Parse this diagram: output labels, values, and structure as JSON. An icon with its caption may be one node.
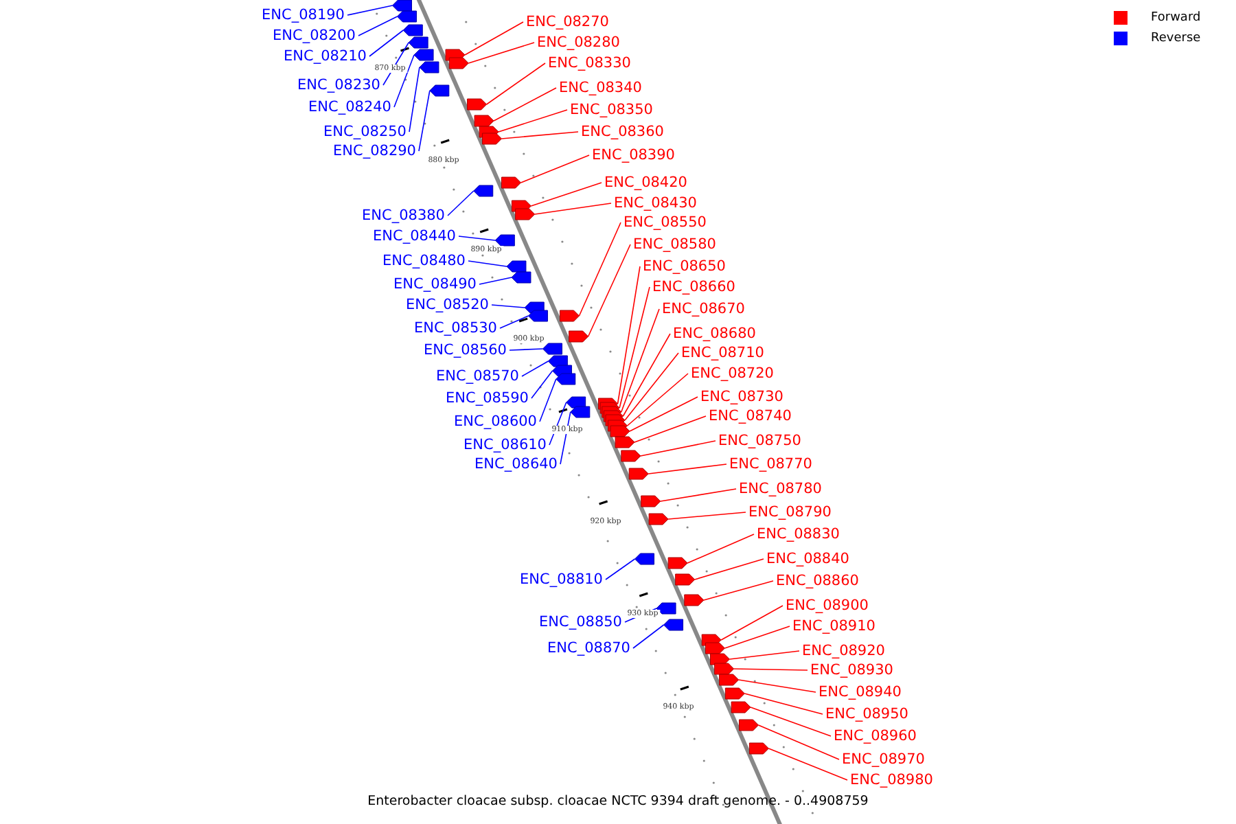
{
  "diagram": {
    "caption": "Enterobacter cloacae subsp. cloacae NCTC 9394 draft genome. - 0..4908759",
    "nodes": [
      {
        "text": [
          "ENC_08190"
        ]
      },
      {
        "text": [
          "ENC_08200"
        ]
      },
      {
        "text": [
          "ENC_08210"
        ]
      },
      {
        "text": [
          "ENC_08230"
        ]
      },
      {
        "text": [
          "ENC_08240"
        ]
      },
      {
        "text": [
          "ENC_08250"
        ]
      },
      {
        "text": [
          "ENC_08290"
        ]
      },
      {
        "text": [
          "ENC_08380"
        ]
      },
      {
        "text": [
          "ENC_08440"
        ]
      },
      {
        "text": [
          "ENC_08480"
        ]
      },
      {
        "text": [
          "ENC_08490"
        ]
      },
      {
        "text": [
          "ENC_08520"
        ]
      },
      {
        "text": [
          "ENC_08530"
        ]
      },
      {
        "text": [
          "ENC_08560"
        ]
      },
      {
        "text": [
          "ENC_08570"
        ]
      },
      {
        "text": [
          "ENC_08590"
        ]
      },
      {
        "text": [
          "ENC_08600"
        ]
      },
      {
        "text": [
          "ENC_08610"
        ]
      },
      {
        "text": [
          "ENC_08640"
        ]
      },
      {
        "text": [
          "ENC_08810"
        ]
      },
      {
        "text": [
          "ENC_08850"
        ]
      },
      {
        "text": [
          "ENC_08870"
        ]
      },
      {
        "text": [
          "ENC_08270"
        ]
      },
      {
        "text": [
          "ENC_08280"
        ]
      },
      {
        "text": [
          "ENC_08330"
        ]
      },
      {
        "text": [
          "ENC_08340"
        ]
      },
      {
        "text": [
          "ENC_08350"
        ]
      },
      {
        "text": [
          "ENC_08360"
        ]
      },
      {
        "text": [
          "ENC_08390"
        ]
      },
      {
        "text": [
          "ENC_08420"
        ]
      },
      {
        "text": [
          "ENC_08430"
        ]
      },
      {
        "text": [
          "ENC_08550"
        ]
      },
      {
        "text": [
          "ENC_08580"
        ]
      },
      {
        "text": [
          "ENC_08650"
        ]
      },
      {
        "text": [
          "ENC_08660"
        ]
      },
      {
        "text": [
          "ENC_08670"
        ]
      },
      {
        "text": [
          "ENC_08680"
        ]
      },
      {
        "text": [
          "ENC_08710"
        ]
      },
      {
        "text": [
          "ENC_08720"
        ]
      },
      {
        "text": [
          "ENC_08730"
        ]
      },
      {
        "text": [
          "ENC_08740"
        ]
      },
      {
        "text": [
          "ENC_08750"
        ]
      },
      {
        "text": [
          "ENC_08770"
        ]
      },
      {
        "text": [
          "ENC_08780"
        ]
      },
      {
        "text": [
          "ENC_08790"
        ]
      },
      {
        "text": [
          "ENC_08830"
        ]
      },
      {
        "text": [
          "ENC_08840"
        ]
      },
      {
        "text": [
          "ENC_08860"
        ]
      },
      {
        "text": [
          "ENC_08900"
        ]
      },
      {
        "text": [
          "ENC_08910"
        ]
      },
      {
        "text": [
          "ENC_08920"
        ]
      },
      {
        "text": [
          "ENC_08930"
        ]
      },
      {
        "text": [
          "ENC_08940"
        ]
      },
      {
        "text": [
          "ENC_08950"
        ]
      },
      {
        "text": [
          "ENC_08960"
        ]
      },
      {
        "text": [
          "ENC_08970"
        ]
      },
      {
        "text": [
          "ENC_08980"
        ]
      },
      {
        "text": [],
        "shape": "bar"
      },
      {
        "text": [],
        "shape": "bar"
      },
      {
        "text": [],
        "shape": "bar"
      },
      {
        "text": [],
        "shape": "bar"
      },
      {
        "text": [],
        "shape": "bar"
      },
      {
        "text": [],
        "shape": "bar"
      },
      {
        "text": [],
        "shape": "bar"
      },
      {
        "text": [],
        "shape": "bar"
      },
      {
        "text": [],
        "shape": "bar"
      },
      {
        "text": [],
        "shape": "bar"
      },
      {
        "text": [],
        "shape": "bar"
      },
      {
        "text": [],
        "shape": "bar"
      },
      {
        "text": [],
        "shape": "bar"
      },
      {
        "text": [],
        "shape": "bar"
      },
      {
        "text": [],
        "shape": "bar"
      },
      {
        "text": [],
        "shape": "bar"
      },
      {
        "text": [],
        "shape": "bar"
      },
      {
        "text": [],
        "shape": "bar"
      },
      {
        "text": [],
        "shape": "bar"
      },
      {
        "text": [],
        "shape": "bar"
      },
      {
        "text": [],
        "shape": "bar"
      },
      {
        "text": [],
        "shape": "bar"
      },
      {
        "text": [],
        "shape": "bar"
      },
      {
        "text": [],
        "shape": "bar"
      },
      {
        "text": [],
        "shape": "bar"
      },
      {
        "text": [],
        "shape": "bar"
      },
      {
        "text": [],
        "shape": "bar"
      },
      {
        "text": [],
        "shape": "bar"
      },
      {
        "text": [],
        "shape": "bar"
      },
      {
        "text": [],
        "shape": "bar"
      },
      {
        "text": [],
        "shape": "bar"
      },
      {
        "text": [],
        "shape": "bar"
      },
      {
        "text": [],
        "shape": "bar"
      },
      {
        "text": [],
        "shape": "bar"
      },
      {
        "text": [],
        "shape": "bar"
      },
      {
        "text": [],
        "shape": "bar"
      },
      {
        "text": [],
        "shape": "bar"
      },
      {
        "text": [],
        "shape": "bar"
      },
      {
        "text": [],
        "shape": "bar"
      },
      {
        "text": [],
        "shape": "bar"
      },
      {
        "text": [],
        "shape": "bar"
      },
      {
        "text": [],
        "shape": "bar"
      },
      {
        "text": [],
        "shape": "bar"
      },
      {
        "text": [],
        "shape": "bar"
      },
      {
        "text": [],
        "shape": "bar"
      },
      {
        "text": [],
        "shape": "bar"
      },
      {
        "text": [],
        "shape": "bar"
      },
      {
        "text": [],
        "shape": "bar"
      },
      {
        "text": [],
        "shape": "bar"
      },
      {
        "text": [],
        "shape": "bar"
      },
      {
        "text": [],
        "shape": "bar"
      },
      {
        "text": [],
        "shape": "bar"
      },
      {
        "text": [],
        "shape": "bar"
      },
      {
        "text": [],
        "shape": "bar"
      },
      {
        "text": [],
        "shape": "bar"
      },
      {
        "text": [],
        "shape": "bar"
      },
      {
        "text": [],
        "shape": "bar"
      }
    ],
    "edges": [
      {
        "from": 0,
        "to": 57,
        "arrow": "none",
        "color": "#0000ff"
      },
      {
        "from": 1,
        "to": 58,
        "arrow": "none",
        "color": "#0000ff"
      },
      {
        "from": 2,
        "to": 59,
        "arrow": "none",
        "color": "#0000ff"
      },
      {
        "from": 3,
        "to": 60,
        "arrow": "none",
        "color": "#0000ff"
      },
      {
        "from": 4,
        "to": 61,
        "arrow": "none",
        "color": "#0000ff"
      },
      {
        "from": 5,
        "to": 62,
        "arrow": "none",
        "color": "#0000ff"
      },
      {
        "from": 6,
        "to": 63,
        "arrow": "none",
        "color": "#0000ff"
      },
      {
        "from": 7,
        "to": 64,
        "arrow": "none",
        "color": "#0000ff"
      },
      {
        "from": 8,
        "to": 65,
        "arrow": "none",
        "color": "#0000ff"
      },
      {
        "from": 9,
        "to": 66,
        "arrow": "none",
        "color": "#0000ff"
      },
      {
        "from": 10,
        "to": 67,
        "arrow": "none",
        "color": "#0000ff"
      },
      {
        "from": 11,
        "to": 68,
        "arrow": "none",
        "color": "#0000ff"
      },
      {
        "from": 12,
        "to": 69,
        "arrow": "none",
        "color": "#0000ff"
      },
      {
        "from": 13,
        "to": 70,
        "arrow": "none",
        "color": "#0000ff"
      },
      {
        "from": 14,
        "to": 71,
        "arrow": "none",
        "color": "#0000ff"
      },
      {
        "from": 15,
        "to": 72,
        "arrow": "none",
        "color": "#0000ff"
      },
      {
        "from": 16,
        "to": 73,
        "arrow": "none",
        "color": "#0000ff"
      },
      {
        "from": 17,
        "to": 74,
        "arrow": "none",
        "color": "#0000ff"
      },
      {
        "from": 18,
        "to": 75,
        "arrow": "none",
        "color": "#0000ff"
      },
      {
        "from": 19,
        "to": 76,
        "arrow": "none",
        "color": "#0000ff"
      },
      {
        "from": 20,
        "to": 77,
        "arrow": "none",
        "color": "#0000ff"
      },
      {
        "from": 21,
        "to": 78,
        "arrow": "none",
        "color": "#0000ff"
      },
      {
        "from": 22,
        "to": 79,
        "arrow": "none"
      },
      {
        "from": 23,
        "to": 80,
        "arrow": "none"
      },
      {
        "from": 24,
        "to": 81,
        "arrow": "none"
      },
      {
        "from": 25,
        "to": 82,
        "arrow": "none"
      },
      {
        "from": 26,
        "to": 83,
        "arrow": "none"
      },
      {
        "from": 27,
        "to": 84,
        "arrow": "none"
      },
      {
        "from": 28,
        "to": 85,
        "arrow": "none"
      },
      {
        "from": 29,
        "to": 86,
        "arrow": "none"
      },
      {
        "from": 30,
        "to": 87,
        "arrow": "none"
      },
      {
        "from": 31,
        "to": 88,
        "arrow": "none"
      },
      {
        "from": 32,
        "to": 89,
        "arrow": "none"
      },
      {
        "from": 33,
        "to": 90,
        "arrow": "none"
      },
      {
        "from": 34,
        "to": 91,
        "arrow": "none"
      },
      {
        "from": 35,
        "to": 92,
        "arrow": "none"
      },
      {
        "from": 36,
        "to": 93,
        "arrow": "none"
      },
      {
        "from": 37,
        "to": 94,
        "arrow": "none"
      },
      {
        "from": 38,
        "to": 95,
        "arrow": "none"
      },
      {
        "from": 39,
        "to": 96,
        "arrow": "none"
      },
      {
        "from": 40,
        "to": 97,
        "arrow": "none"
      },
      {
        "from": 41,
        "to": 98,
        "arrow": "none"
      },
      {
        "from": 42,
        "to": 99,
        "arrow": "none"
      },
      {
        "from": 43,
        "to": 100,
        "arrow": "none"
      },
      {
        "from": 44,
        "to": 101,
        "arrow": "none"
      },
      {
        "from": 45,
        "to": 102,
        "arrow": "none"
      },
      {
        "from": 46,
        "to": 103,
        "arrow": "none"
      },
      {
        "from": 47,
        "to": 104,
        "arrow": "none"
      },
      {
        "from": 48,
        "to": 105,
        "arrow": "none"
      },
      {
        "from": 49,
        "to": 106,
        "arrow": "none"
      },
      {
        "from": 50,
        "to": 107,
        "arrow": "none"
      },
      {
        "from": 51,
        "to": 108,
        "arrow": "none"
      },
      {
        "from": 52,
        "to": 109,
        "arrow": "none"
      },
      {
        "from": 53,
        "to": 110,
        "arrow": "none"
      },
      {
        "from": 54,
        "to": 111,
        "arrow": "none"
      },
      {
        "from": 55,
        "to": 112,
        "arrow": "none"
      },
      {
        "from": 56,
        "to": 113,
        "arrow": "none"
      }
    ],
    "labels": [
      "870 kbp",
      "880 kbp",
      "890 kbp",
      "900 kbp",
      "910 kbp",
      "920 kbp",
      "930 kbp",
      "940 kbp"
    ],
    "legend": [
      {
        "text": "Forward",
        "color": "#ff0000"
      },
      {
        "text": "Reverse",
        "color": "#0000ff"
      }
    ]
  }
}
